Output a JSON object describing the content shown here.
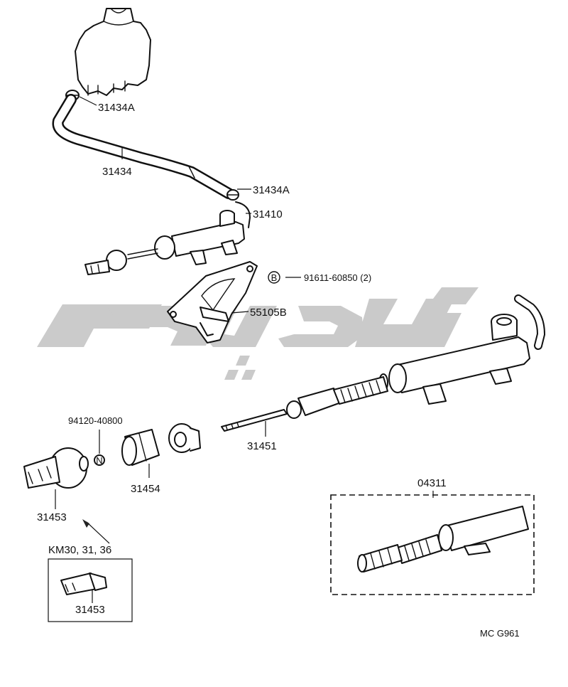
{
  "labels": {
    "hose_clamp_top": "31434A",
    "hose": "31434",
    "hose_clamp_bottom": "31434A",
    "master_cylinder": "31410",
    "bolt": "91611-60850 (2)",
    "bolt_marker": "B",
    "bracket": "55105B",
    "push_rod": "31451",
    "nut_part": "94120-40800",
    "nut_marker": "N",
    "boot": "31454",
    "clevis": "31453",
    "variant_note": "KM30, 31, 36",
    "variant_clevis": "31453",
    "kit": "04311",
    "code": "MC  G961"
  },
  "watermark": {
    "color": "#c8c8c8"
  },
  "colors": {
    "line": "#111111",
    "background": "#ffffff"
  }
}
